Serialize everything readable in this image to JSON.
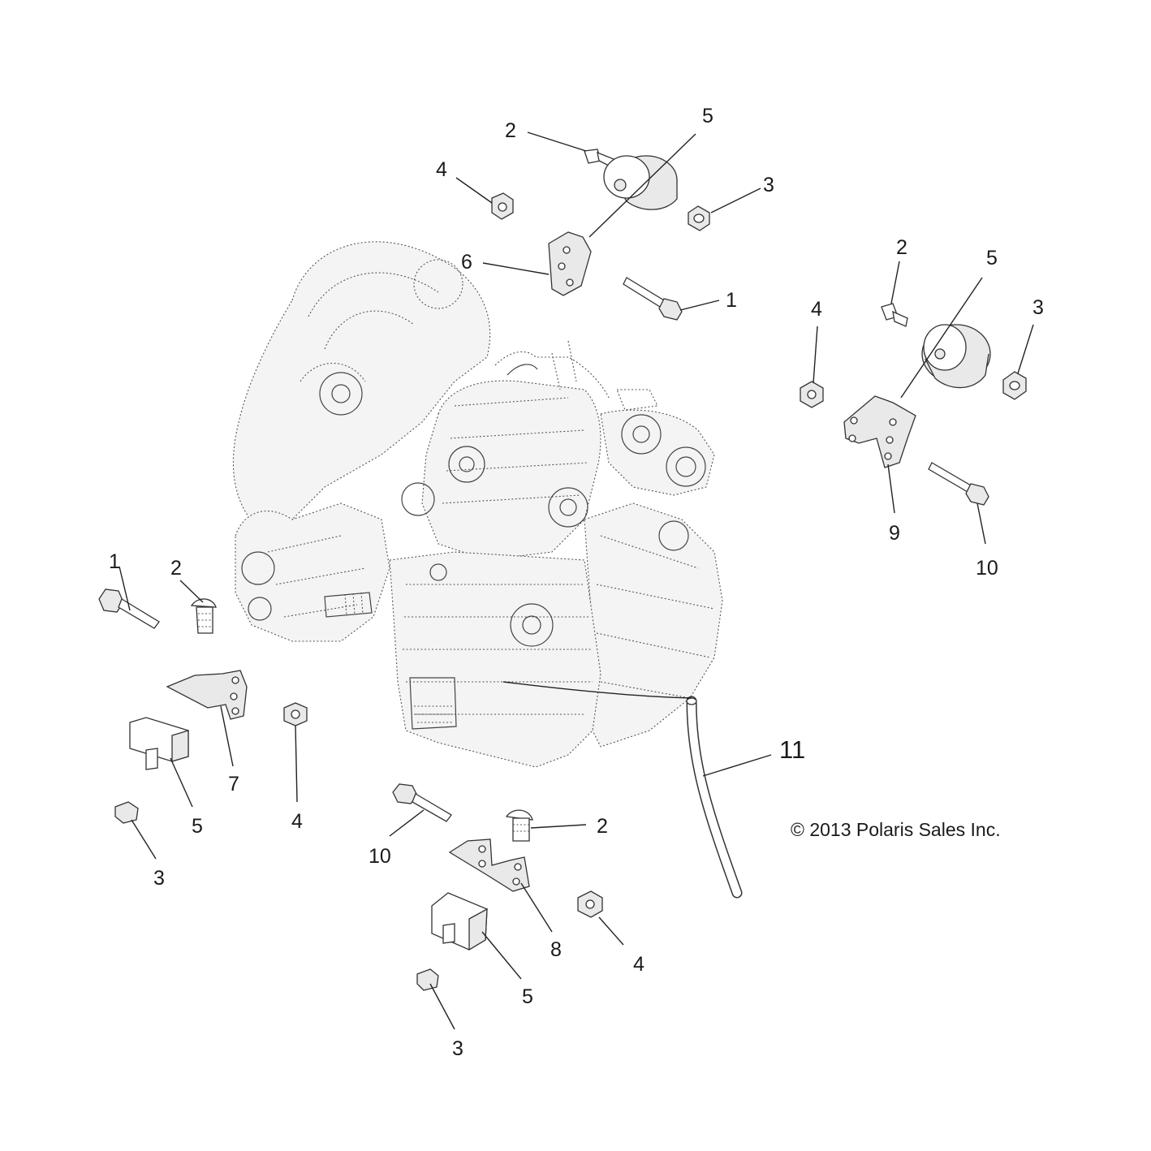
{
  "copyright": "© 2013 Polaris Sales Inc.",
  "callouts": {
    "c01": "2",
    "c02": "5",
    "c03": "4",
    "c04": "3",
    "c05": "6",
    "c06": "1",
    "c07": "2",
    "c08": "5",
    "c09": "4",
    "c10": "3",
    "c11": "9",
    "c12": "10",
    "c13": "1",
    "c14": "2",
    "c15": "7",
    "c16": "5",
    "c17": "3",
    "c18": "4",
    "c19": "10",
    "c20": "2",
    "c21": "8",
    "c22": "4",
    "c23": "5",
    "c24": "3",
    "c25": "11"
  }
}
